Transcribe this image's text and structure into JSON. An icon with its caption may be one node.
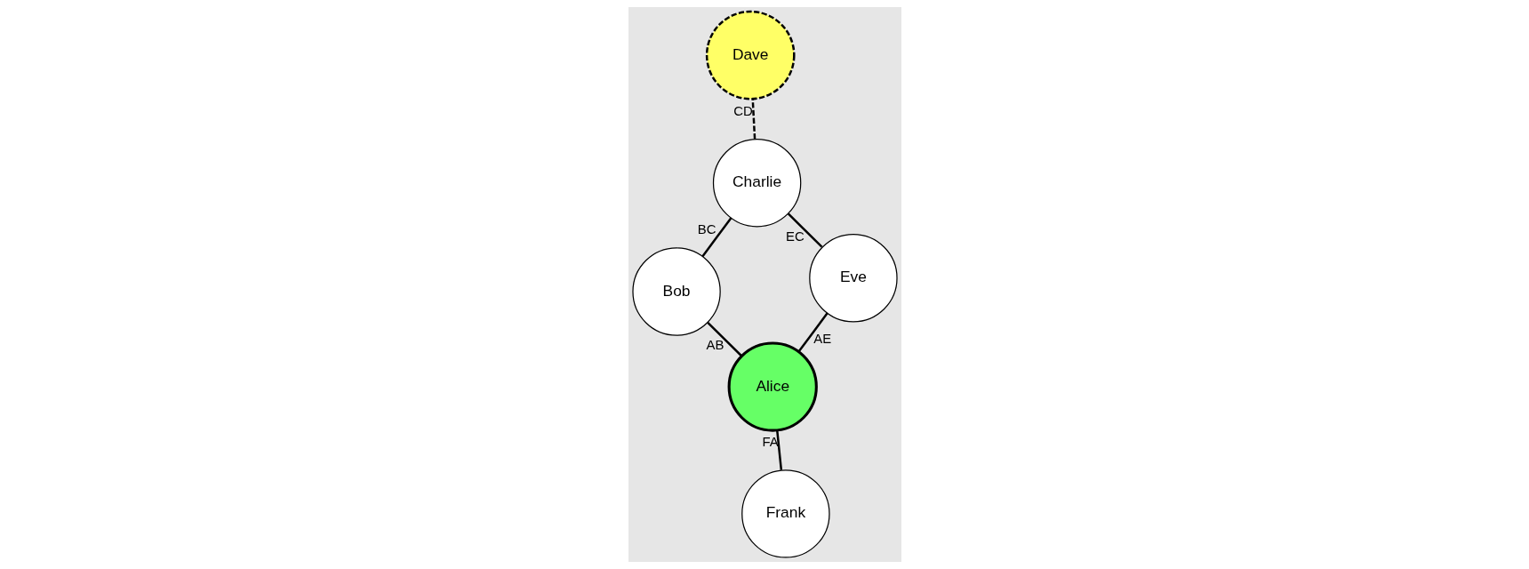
{
  "diagram": {
    "nodes": [
      {
        "text": [
          "Bob"
        ]
      },
      {
        "text": [
          "Dave"
        ]
      },
      {
        "text": [
          "Alice"
        ]
      },
      {
        "text": [
          "Charlie"
        ]
      },
      {
        "text": [
          "Frank"
        ]
      },
      {
        "text": [
          "Eve"
        ]
      }
    ],
    "edges": [
      {
        "from": 2,
        "to": 0,
        "arrow": "none",
        "label": "AB"
      },
      {
        "from": 0,
        "to": 3,
        "arrow": "none",
        "label": "BC"
      },
      {
        "from": 3,
        "to": 1,
        "arrow": "none",
        "label": "CD",
        "style": "dashed"
      },
      {
        "from": 4,
        "to": 2,
        "arrow": "none",
        "label": "FA"
      },
      {
        "from": 2,
        "to": 5,
        "arrow": "none",
        "label": "AE"
      },
      {
        "from": 5,
        "to": 3,
        "arrow": "none",
        "label": "EC"
      }
    ]
  }
}
